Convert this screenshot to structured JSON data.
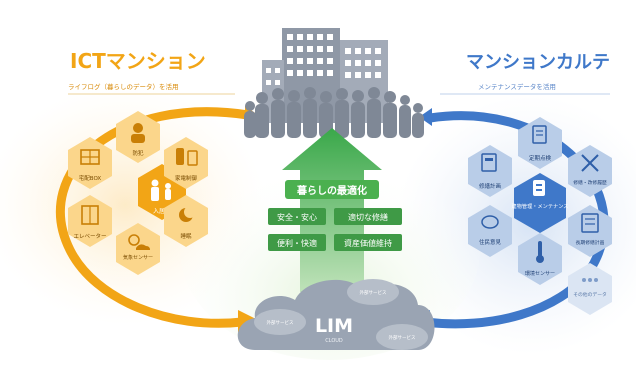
{
  "left": {
    "title": "ICTマンション",
    "subtitle": "ライフログ（暮らしのデータ）を活用",
    "center_label": "入居者",
    "items": [
      {
        "label": "防犯",
        "icon": "security-icon"
      },
      {
        "label": "宅配BOX",
        "icon": "delivery-box-icon"
      },
      {
        "label": "家電制御",
        "icon": "appliance-icon"
      },
      {
        "label": "エレベーター",
        "icon": "elevator-icon"
      },
      {
        "label": "睡眠",
        "icon": "sleep-icon"
      },
      {
        "label": "気象センサー",
        "icon": "weather-sensor-icon"
      }
    ]
  },
  "right": {
    "title": "マンションカルテ",
    "subtitle": "メンテナンスデータを活用",
    "center_label": "建物管理・メンテナンス",
    "items": [
      {
        "label": "定期点検",
        "icon": "inspection-icon"
      },
      {
        "label": "修繕計画",
        "icon": "repair-plan-icon"
      },
      {
        "label": "修繕・改修履歴",
        "icon": "repair-history-icon"
      },
      {
        "label": "住民意見",
        "icon": "opinion-icon"
      },
      {
        "label": "長期修繕計画",
        "icon": "long-term-plan-icon"
      },
      {
        "label": "環境センサー",
        "icon": "environment-sensor-icon"
      },
      {
        "label": "その他のデータ",
        "icon": "other-data-icon"
      }
    ]
  },
  "center": {
    "heading": "暮らしの最適化",
    "boxes": [
      "安全・安心",
      "適切な修繕",
      "便利・快適",
      "資産価値維持"
    ]
  },
  "cloud": {
    "title": "LIM",
    "sub": "CLOUD",
    "services": [
      "外部サービス",
      "外部サービス",
      "外部サービス"
    ]
  },
  "colors": {
    "orange": "#f2a516",
    "orange_light": "#fbd68b",
    "blue": "#3f78c9",
    "blue_light": "#b9cde8",
    "green": "#4bb04f",
    "gray_building": "#8f98a6",
    "cloud": "#9aa4b3"
  }
}
